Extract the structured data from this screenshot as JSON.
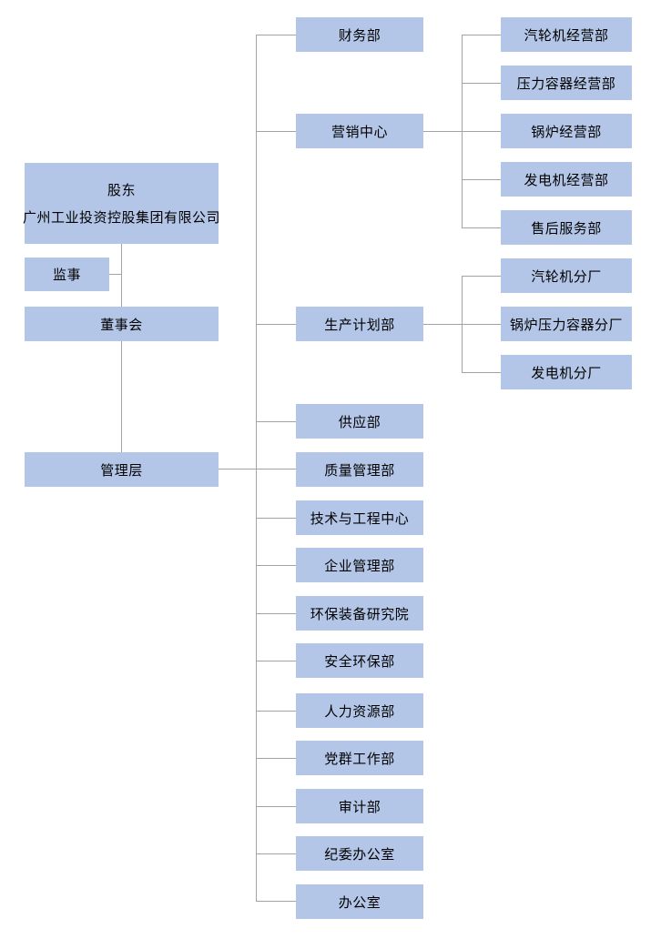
{
  "diagram": {
    "type": "org-chart",
    "colors": {
      "node_fill": "#b4c6e7",
      "connector": "#a3a3a3",
      "text": "#000000",
      "background": "#ffffff"
    },
    "nodes": {
      "shareholder_title": "股东",
      "shareholder_name": "广州工业投资控股集团有限公司",
      "supervisor": "监事",
      "board": "董事会",
      "management": "管理层",
      "finance": "财务部",
      "marketing": "营销中心",
      "production_planning": "生产计划部",
      "supply": "供应部",
      "quality": "质量管理部",
      "tech_engineering": "技术与工程中心",
      "enterprise_mgmt": "企业管理部",
      "env_equipment_institute": "环保装备研究院",
      "safety_env": "安全环保部",
      "human_resources": "人力资源部",
      "party_mass_work": "党群工作部",
      "audit": "审计部",
      "discipline_office": "纪委办公室",
      "general_office": "办公室",
      "steam_turbine_sales": "汽轮机经营部",
      "pressure_vessel_sales": "压力容器经营部",
      "boiler_sales": "锅炉经营部",
      "generator_sales": "发电机经营部",
      "after_sales_service": "售后服务部",
      "steam_turbine_plant": "汽轮机分厂",
      "boiler_pressure_vessel_plant": "锅炉压力容器分厂",
      "generator_plant": "发电机分厂"
    },
    "hierarchy": {
      "label": "股东 广州工业投资控股集团有限公司",
      "children": [
        {
          "label": "监事"
        },
        {
          "label": "董事会",
          "children": [
            {
              "label": "管理层",
              "children": [
                {
                  "label": "财务部"
                },
                {
                  "label": "营销中心",
                  "children": [
                    {
                      "label": "汽轮机经营部"
                    },
                    {
                      "label": "压力容器经营部"
                    },
                    {
                      "label": "锅炉经营部"
                    },
                    {
                      "label": "发电机经营部"
                    },
                    {
                      "label": "售后服务部"
                    }
                  ]
                },
                {
                  "label": "生产计划部",
                  "children": [
                    {
                      "label": "汽轮机分厂"
                    },
                    {
                      "label": "锅炉压力容器分厂"
                    },
                    {
                      "label": "发电机分厂"
                    }
                  ]
                },
                {
                  "label": "供应部"
                },
                {
                  "label": "质量管理部"
                },
                {
                  "label": "技术与工程中心"
                },
                {
                  "label": "企业管理部"
                },
                {
                  "label": "环保装备研究院"
                },
                {
                  "label": "安全环保部"
                },
                {
                  "label": "人力资源部"
                },
                {
                  "label": "党群工作部"
                },
                {
                  "label": "审计部"
                },
                {
                  "label": "纪委办公室"
                },
                {
                  "label": "办公室"
                }
              ]
            }
          ]
        }
      ]
    }
  }
}
